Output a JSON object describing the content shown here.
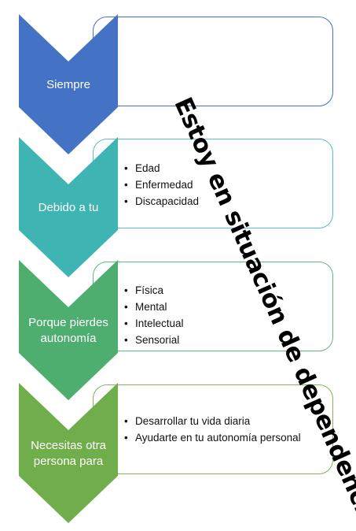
{
  "steps": [
    {
      "label": "Siempre",
      "items": [],
      "color": "#4472C4",
      "border": "#4472C4"
    },
    {
      "label": "Debido a tu",
      "items": [
        "Edad",
        "Enfermedad",
        "Discapacidad"
      ],
      "color": "#3FB5B3",
      "border": "#5BBFBD"
    },
    {
      "label": "Porque pierdes autonomía",
      "items": [
        "Física",
        "Mental",
        "Intelectual",
        "Sensorial"
      ],
      "color": "#4DAE6F",
      "border": "#5FB87E"
    },
    {
      "label": "Necesitas otra persona para",
      "items": [
        "Desarrollar tu vida diaria",
        "Ayudarte en tu autonomía personal"
      ],
      "color": "#6FAE4A",
      "border": "#7DB85A"
    }
  ],
  "diagonal_text": "Estoy en situación de dependencia"
}
